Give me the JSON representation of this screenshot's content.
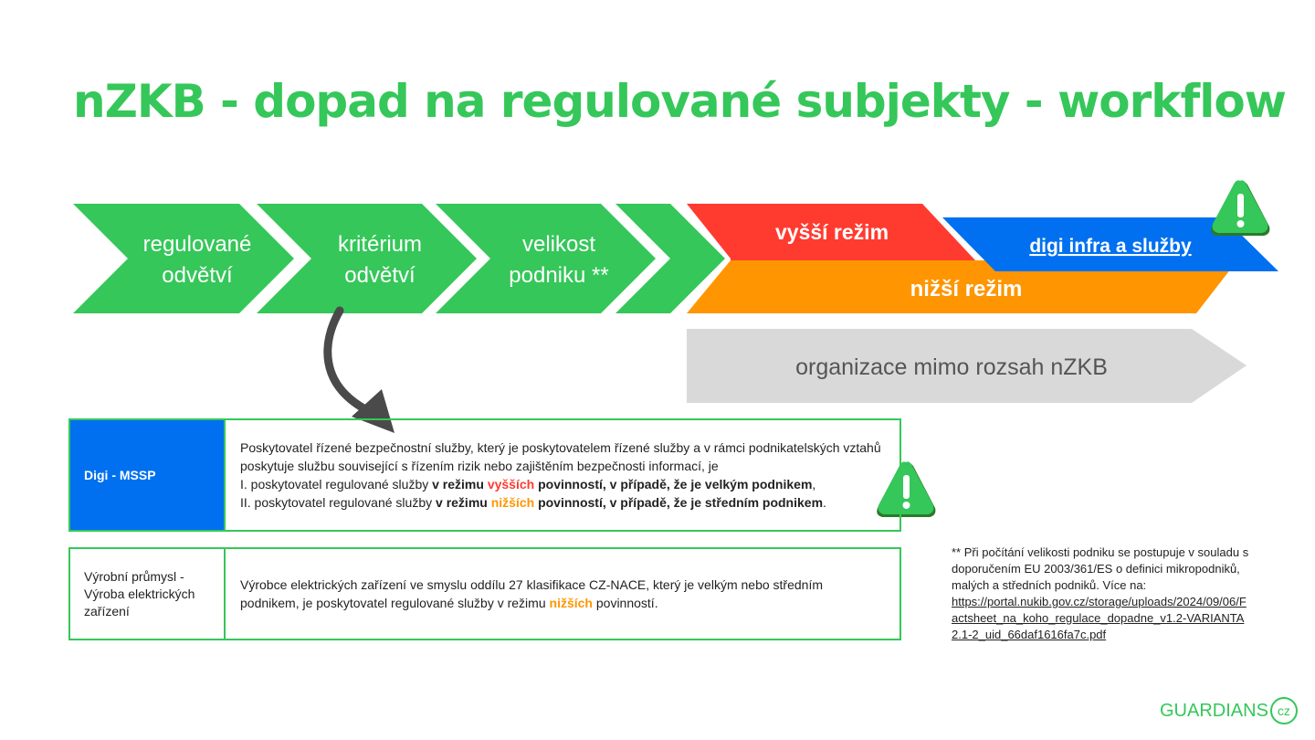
{
  "title": "nZKB - dopad na regulované subjekty - workflow",
  "workflow": {
    "steps": [
      {
        "line1": "regulované",
        "line2": "odvětví"
      },
      {
        "line1": "kritérium",
        "line2": "odvětví"
      },
      {
        "line1": "velikost",
        "line2": "podniku **"
      }
    ],
    "higher_regime": "vyšší režim",
    "digi_infra": "digi infra a služby",
    "lower_regime": "nižší režim",
    "out_of_scope": "organizace mimo rozsah nZKB"
  },
  "rows": [
    {
      "category": "Digi - MSSP",
      "intro": "Poskytovatel řízené bezpečnostní služby, který je poskytovatelem řízené služby a v rámci podnikatelských vztahů poskytuje službu související s řízením rizik nebo zajištěním bezpečnosti informací, je",
      "l1_prefix": "I. poskytovatel regulované služby ",
      "l1_bold_a": "v režimu ",
      "l1_color": "vyšších",
      "l1_bold_b": " povinností, v případě, že je velkým podnikem",
      "l1_end": ",",
      "l2_prefix": "II. poskytovatel regulované služby ",
      "l2_bold_a": "v režimu ",
      "l2_color": "nižších",
      "l2_bold_b": " povinností, v případě, že je středním podnikem",
      "l2_end": "."
    },
    {
      "category": "Výrobní průmysl - Výroba elektrických zařízení",
      "text_a": "Výrobce elektrických zařízení ve smyslu oddílu 27 klasifikace CZ-NACE, který je velkým nebo středním podnikem, je poskytovatel regulované služby v režimu ",
      "text_color": "nižších",
      "text_b": " povinností."
    }
  ],
  "footnote": {
    "text": "** Při počítání velikosti podniku se postupuje v souladu s doporučením EU 2003/361/ES o definici mikropodniků, malých a středních podniků. Více na:",
    "link": "https://portal.nukib.gov.cz/storage/uploads/2024/09/06/Factsheet_na_koho_regulace_dopadne_v1.2-VARIANTA2.1-2_uid_66daf1616fa7c.pdf"
  },
  "brand": {
    "name": "GUARDIANS",
    "suffix": "cz"
  },
  "colors": {
    "green": "#35c759",
    "red": "#ff3b30",
    "orange": "#ff9500",
    "blue": "#0070f0",
    "gray": "#d9d9d9"
  }
}
